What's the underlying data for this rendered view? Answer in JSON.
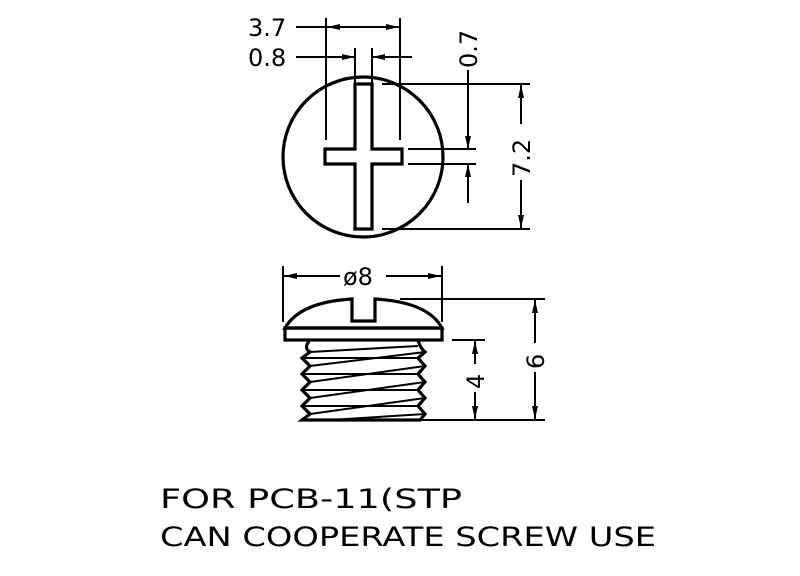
{
  "top_view": {
    "dim_slot_span": "3.7",
    "dim_slot_width": "0.8",
    "dim_cross_width": "0.7",
    "dim_slot_length": "7.2"
  },
  "side_view": {
    "dim_head_diameter": "ø8",
    "dim_thread_length": "4",
    "dim_total_length": "6"
  },
  "notes": {
    "line1": "FOR PCB-11(STP",
    "line2": "CAN COOPERATE SCREW USE"
  }
}
